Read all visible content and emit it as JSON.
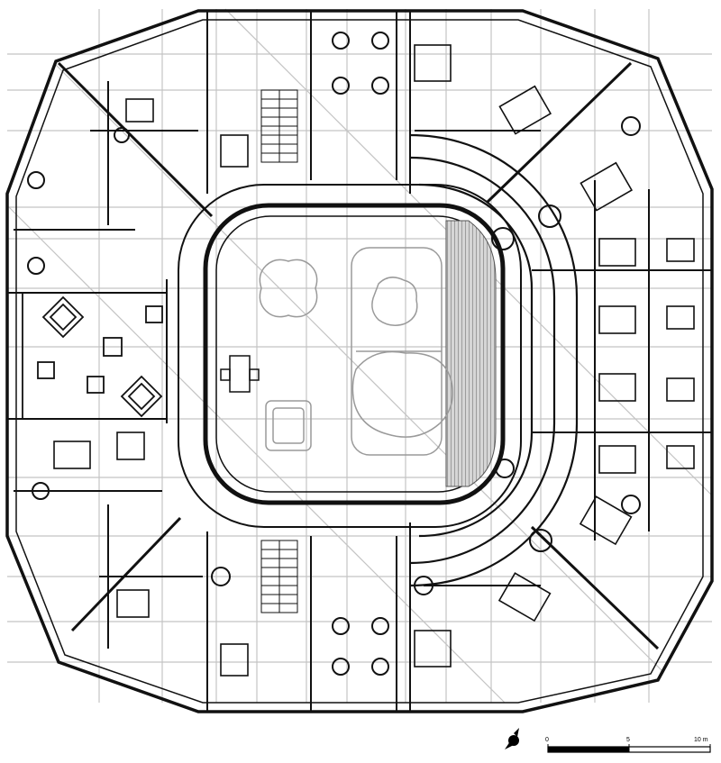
{
  "drawing": {
    "type": "architectural floor plan",
    "colors": {
      "ink": "#111111",
      "grid": "#bdbdbd",
      "hatch": "#9a9a9a",
      "paper": "#ffffff"
    }
  },
  "scale_bar": {
    "labels": [
      "0",
      "5",
      "10 m"
    ]
  },
  "north_arrow": {
    "icon": "north-arrow-icon"
  }
}
